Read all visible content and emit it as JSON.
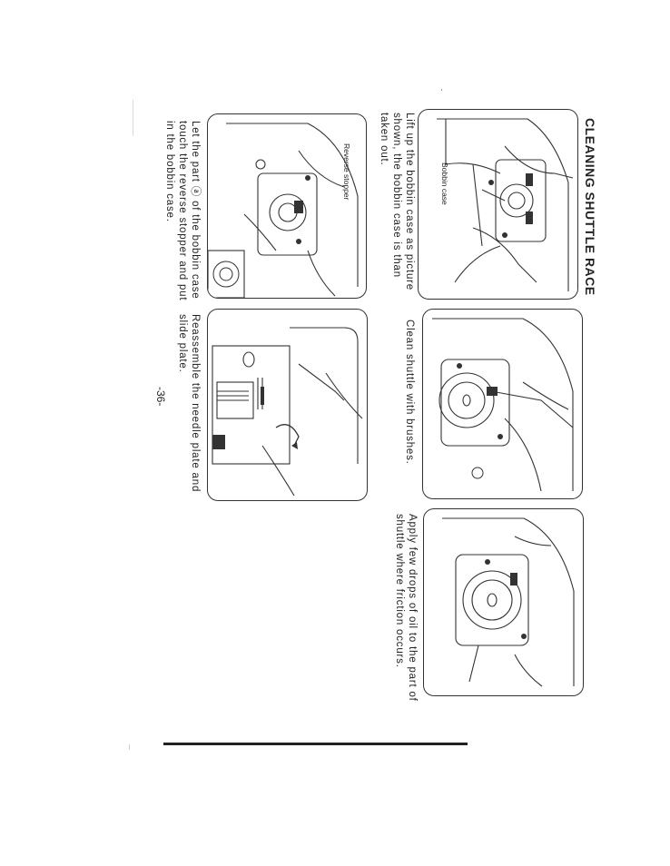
{
  "section": {
    "title": "CLEANING SHUTTLE RACE"
  },
  "steps": [
    {
      "text": "Lift up the bobbin case as picture shown, the bobbin case is than taken out.",
      "labels": [
        "Bobbin case"
      ]
    },
    {
      "text": "Clean shuttle with brushes.",
      "labels": []
    },
    {
      "text": "Apply few drops of oil to the part of shuttle where friction occurs.",
      "labels": []
    },
    {
      "text": "Let the part ⓐ of the bobbin case touch the reverse stopper and put in the bobbin case.",
      "labels": [
        "Reverse stopper"
      ]
    },
    {
      "text": "Reassemble the needle plate and slide plate.",
      "labels": []
    }
  ],
  "page": {
    "number": "-36-"
  }
}
